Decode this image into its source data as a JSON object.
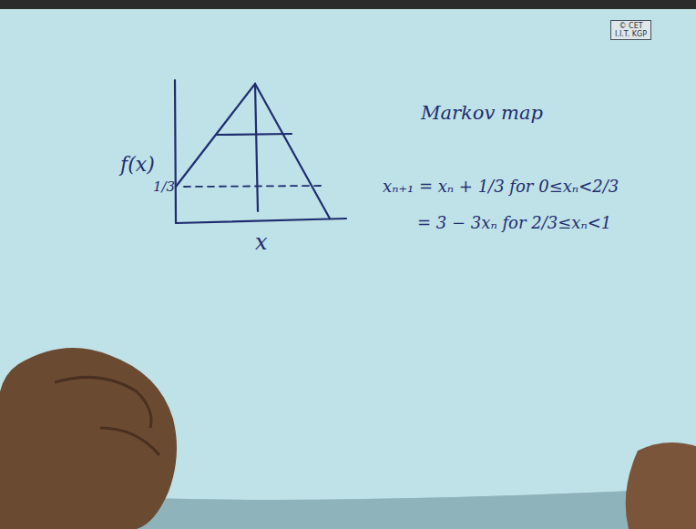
{
  "diagram": {
    "nodes": [
      {
        "text": [
          "© CET",
          "I.I.T. KGP"
        ]
      }
    ],
    "labels": [
      "f(x)",
      "1/3",
      "x",
      "Markov map",
      "xₙ₊₁ = xₙ + 1/3 for 0≤xₙ<2/3",
      "= 3 − 3xₙ for 2/3≤xₙ<1"
    ]
  }
}
